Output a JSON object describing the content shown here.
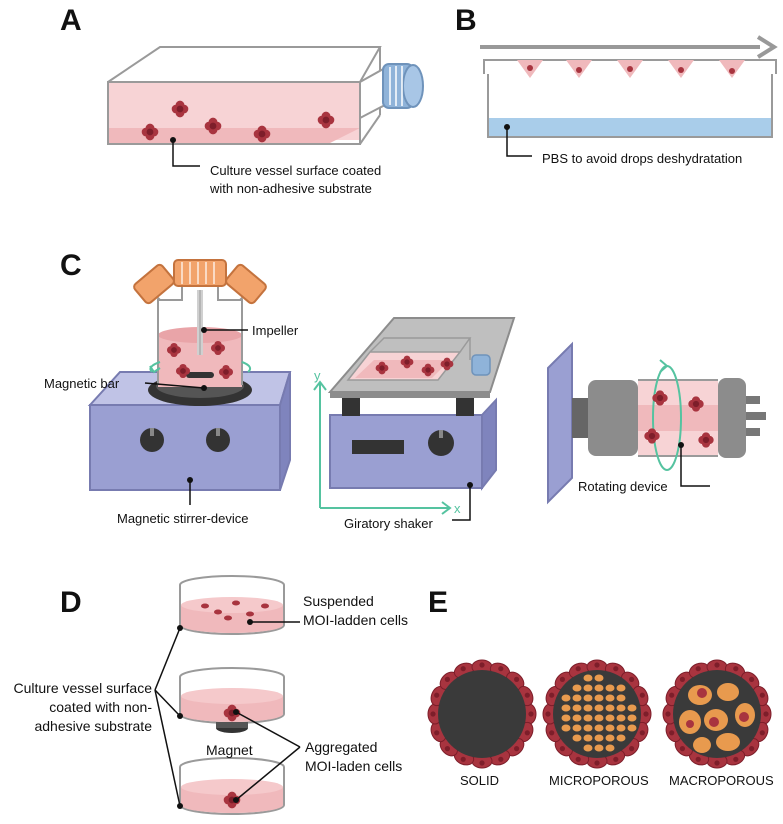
{
  "panels": {
    "a": {
      "label": "A",
      "note_line1": "Culture vessel surface coated",
      "note_line2": "with non-adhesive substrate"
    },
    "b": {
      "label": "B",
      "note": "PBS to avoid drops deshydratation"
    },
    "c": {
      "label": "C",
      "impeller": "Impeller",
      "magnetic_bar": "Magnetic bar",
      "stirrer": "Magnetic stirrer-device",
      "axis_y": "y",
      "axis_x": "x",
      "shaker": "Giratory shaker",
      "rotating": "Rotating device"
    },
    "d": {
      "label": "D",
      "suspended_line1": "Suspended",
      "suspended_line2": "MOI-ladden cells",
      "surface_line1": "Culture vessel surface",
      "surface_line2": "coated with non-",
      "surface_line3": "adhesive substrate",
      "magnet": "Magnet",
      "aggregated_line1": "Aggregated",
      "aggregated_line2": "MOI-laden cells"
    },
    "e": {
      "label": "E",
      "solid": "SOLID",
      "microporous": "MICROPOROUS",
      "macroporous": "MACROPOROUS"
    }
  },
  "colors": {
    "medium": "#f0b9bc",
    "cell": "#a8343f",
    "cell_dark": "#7d1e2a",
    "glass": "#9a9a9a",
    "cap_orange": "#f2a36b",
    "cap_blue": "#8fb3d9",
    "device_purple": "#9a9fd2",
    "pbs_blue": "#a9cdea",
    "axis_green": "#55c3a0",
    "core_dark": "#3a3a3a",
    "pore_orange": "#e89a4e"
  }
}
